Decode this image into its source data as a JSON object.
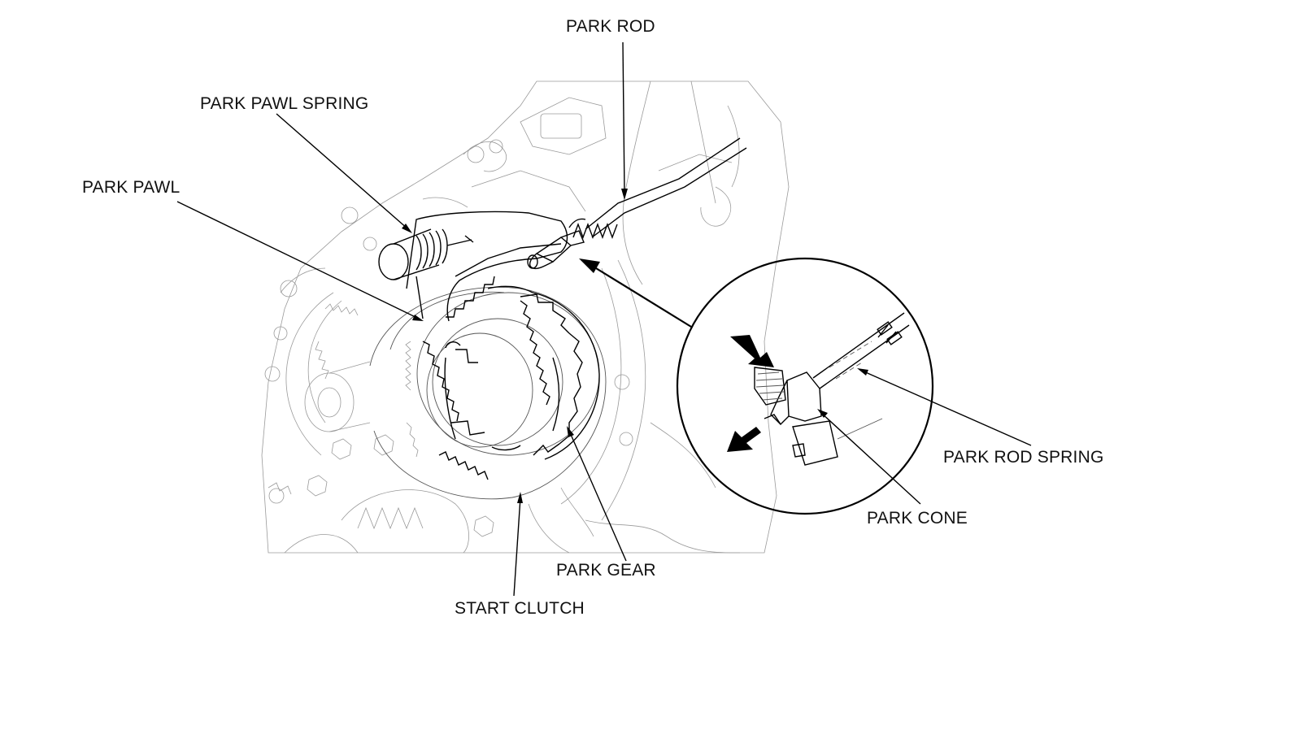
{
  "labels": {
    "park_rod": "PARK ROD",
    "park_pawl_spring": "PARK PAWL SPRING",
    "park_pawl": "PARK PAWL",
    "park_rod_spring": "PARK ROD SPRING",
    "park_cone": "PARK CONE",
    "park_gear": "PARK GEAR",
    "start_clutch": "START CLUTCH"
  },
  "colors": {
    "line": "#000000",
    "background": "#ffffff",
    "sketch": "#9a9a9a"
  }
}
